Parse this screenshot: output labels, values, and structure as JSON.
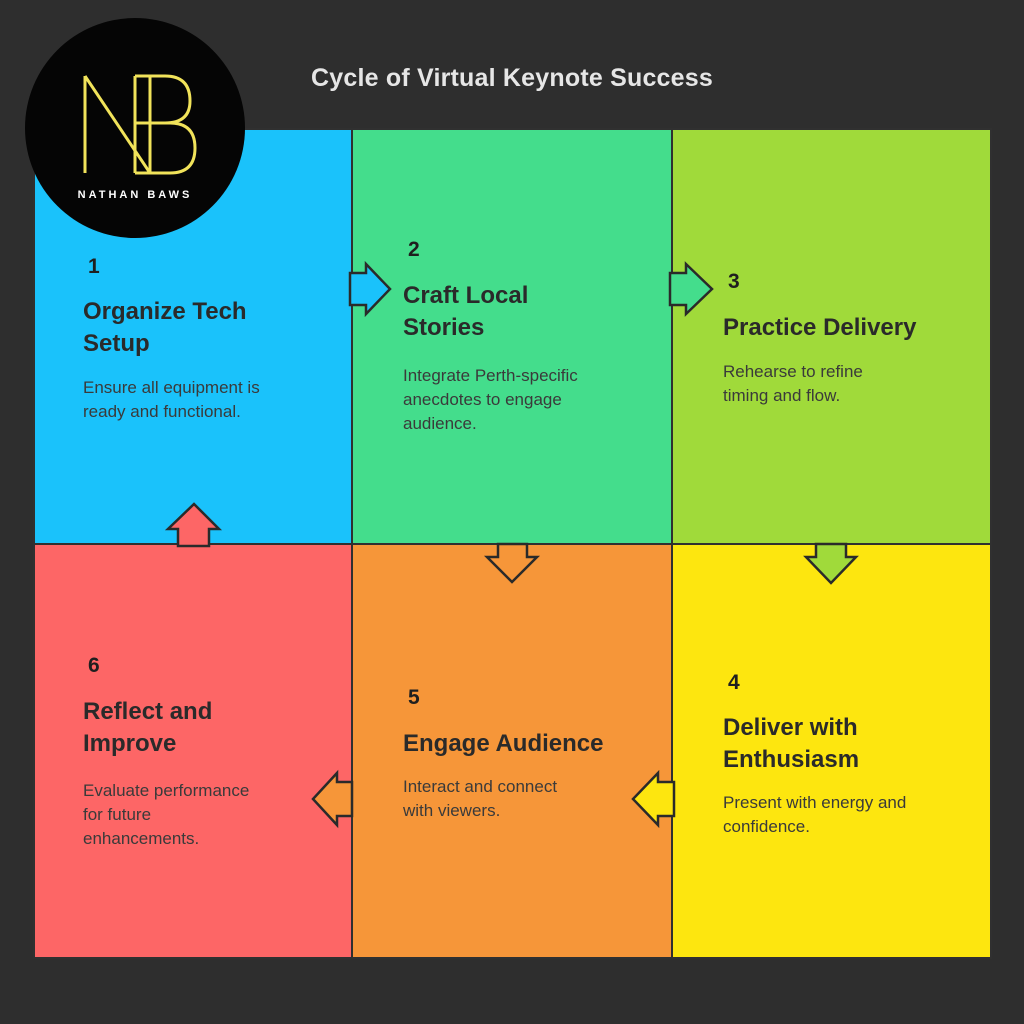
{
  "title": "Cycle of Virtual Keynote Success",
  "logo": {
    "text": "NATHAN BAWS",
    "letters": "NB",
    "color": "#f1e35a"
  },
  "steps": [
    {
      "number": "1",
      "title_l1": "Organize Tech",
      "title_l2": "Setup",
      "desc_l1": "Ensure all equipment is",
      "desc_l2": "ready and functional.",
      "desc_l3": "",
      "color": "#1ac2fb"
    },
    {
      "number": "2",
      "title_l1": "Craft Local",
      "title_l2": "Stories",
      "desc_l1": "Integrate Perth-specific",
      "desc_l2": "anecdotes to engage",
      "desc_l3": "audience.",
      "color": "#44dd8c"
    },
    {
      "number": "3",
      "title_l1": "Practice Delivery",
      "title_l2": "",
      "desc_l1": "Rehearse to refine",
      "desc_l2": "timing and flow.",
      "desc_l3": "",
      "color": "#a0da3a"
    },
    {
      "number": "4",
      "title_l1": "Deliver with",
      "title_l2": "Enthusiasm",
      "desc_l1": "Present with energy and",
      "desc_l2": "confidence.",
      "desc_l3": "",
      "color": "#fde60f"
    },
    {
      "number": "5",
      "title_l1": "Engage Audience",
      "title_l2": "",
      "desc_l1": "Interact and connect",
      "desc_l2": "with viewers.",
      "desc_l3": "",
      "color": "#f69639"
    },
    {
      "number": "6",
      "title_l1": "Reflect and",
      "title_l2": "Improve",
      "desc_l1": "Evaluate performance",
      "desc_l2": "for future",
      "desc_l3": "enhancements.",
      "color": "#fd6666"
    }
  ]
}
